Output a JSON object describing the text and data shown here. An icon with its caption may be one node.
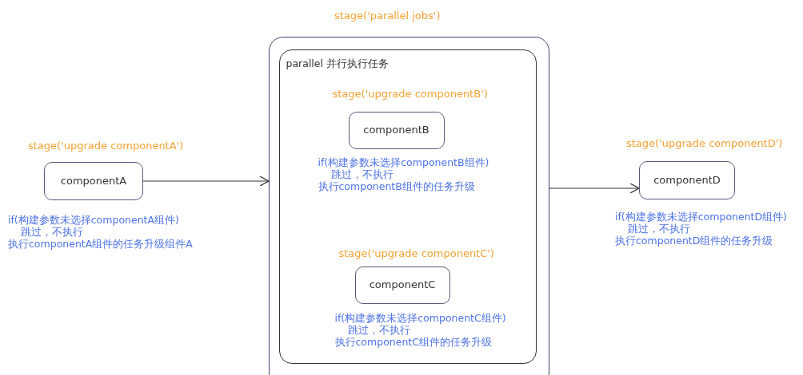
{
  "diagram": {
    "nodes": [
      {
        "text": [
          "stage('parallel jobs')"
        ]
      },
      {
        "text": [
          "parallel 并行执行任务"
        ],
        "in": 0
      },
      {
        "text": [
          "stage('upgrade componentB')",
          "componentB"
        ],
        "in": 1,
        "beside": [
          "if(构建参数未选择componentB组件)",
          "跳过，不执行",
          "执行componentB组件的任务升级"
        ]
      },
      {
        "text": [
          "stage('upgrade componentC')",
          "componentC"
        ],
        "in": 1,
        "beside": [
          "if(构建参数未选择componentC组件)",
          "跳过，不执行",
          "执行componentC组件的任务升级"
        ]
      },
      {
        "text": [
          "stage('upgrade componentA')",
          "componentA"
        ],
        "beside": [
          "if(构建参数未选择componentA组件)",
          "跳过，不执行",
          "执行componentA组件的任务升级组件A"
        ]
      },
      {
        "text": [
          "stage('upgrade componentD')",
          "componentD"
        ],
        "beside": [
          "if(构建参数未选择componentD组件)",
          "跳过，不执行",
          "执行componentD组件的任务升级"
        ]
      }
    ],
    "edges": [
      {
        "from": 4,
        "to": 0,
        "arrow": "to"
      },
      {
        "from": 0,
        "to": 5,
        "arrow": "to"
      }
    ]
  }
}
